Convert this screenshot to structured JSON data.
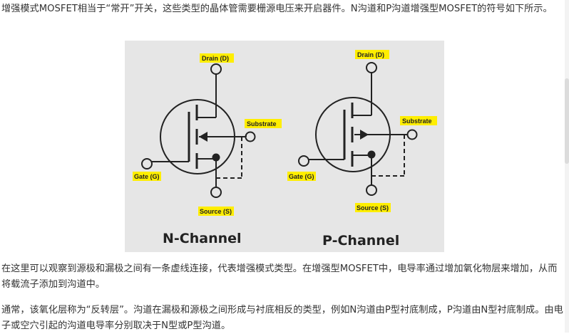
{
  "article": {
    "paragraph_1": "增强模式MOSFET相当于“常开”开关，这些类型的晶体管需要栅源电压来开启器件。N沟道和P沟道增强型MOSFET的符号如下所示。",
    "paragraph_2": "在这里可以观察到源极和漏极之间有一条虚线连接，代表增强模式类型。在增强型MOSFET中，电导率通过增加氧化物层来增加，从而将载流子添加到沟道中。",
    "paragraph_3": "通常，该氧化层称为“反转层”。沟道在漏极和源极之间形成与衬底相反的类型，例如N沟道由P型衬底制成，P沟道由N型衬底制成。由电子或空穴引起的沟道电导率分别取决于N型或P型沟道。"
  },
  "figure": {
    "n_channel": {
      "drain_label": "Drain (D)",
      "substrate_label": "Substrate",
      "gate_label": "Gate (G)",
      "source_label": "Source (S)",
      "title": "N-Channel"
    },
    "p_channel": {
      "drain_label": "Drain (D)",
      "substrate_label": "Substrate",
      "gate_label": "Gate (G)",
      "source_label": "Source (S)",
      "title": "P-Channel"
    },
    "colors": {
      "background": "#e6e6e6",
      "label_highlight": "#ffee00",
      "stroke": "#222222"
    }
  }
}
